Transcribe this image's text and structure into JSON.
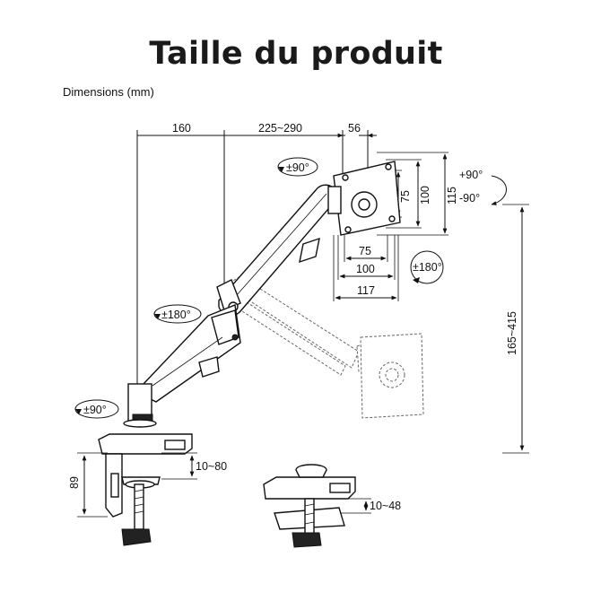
{
  "title": "Taille du produit",
  "units_label": "Dimensions (mm)",
  "dimensions": {
    "arm_reach_1": "160",
    "arm_reach_2": "225~290",
    "vesa_offset": "56",
    "vesa_h_75": "75",
    "vesa_h_100": "100",
    "vesa_h_117": "117",
    "vesa_v_75": "75",
    "vesa_v_100": "100",
    "vesa_v_115": "115",
    "height_range": "165~415",
    "clamp_height": "89",
    "clamp_range": "10~80",
    "grommet_range": "10~48"
  },
  "rotations": {
    "monitor_swivel": "±90°",
    "tilt_up": "+90°",
    "tilt_down": "-90°",
    "monitor_rotate": "±180°",
    "elbow_rotate": "±180°",
    "base_swivel": "±90°"
  }
}
